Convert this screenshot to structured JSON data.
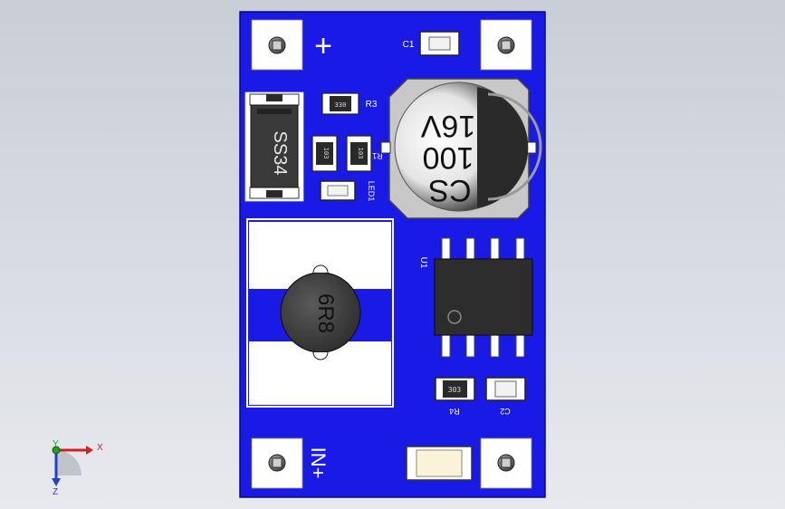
{
  "colors": {
    "board": "#1a1ae6",
    "pad": "#ffffff",
    "viewport_top": "#c9ced6",
    "viewport_bottom": "#e7e9ed",
    "axis_x": "#d62020",
    "axis_y": "#20a020",
    "axis_z": "#2040d0"
  },
  "silkscreen": {
    "plus_top": "+",
    "c1": "C1",
    "r3": "R3",
    "r1": "R1",
    "led1": "LED1",
    "u1": "U1",
    "r4": "R4",
    "c2": "C2",
    "in_plus": "IN+"
  },
  "components": {
    "diode_label": "SS34",
    "cap_line1": "16V",
    "cap_line2": "100",
    "cap_line3": "CS",
    "inductor_label": "6R8",
    "r3_code": "330",
    "r_small_a": "103",
    "r_small_b": "103",
    "r4_code": "303"
  },
  "triad": {
    "x": "X",
    "y": "Y",
    "z": "Z"
  }
}
